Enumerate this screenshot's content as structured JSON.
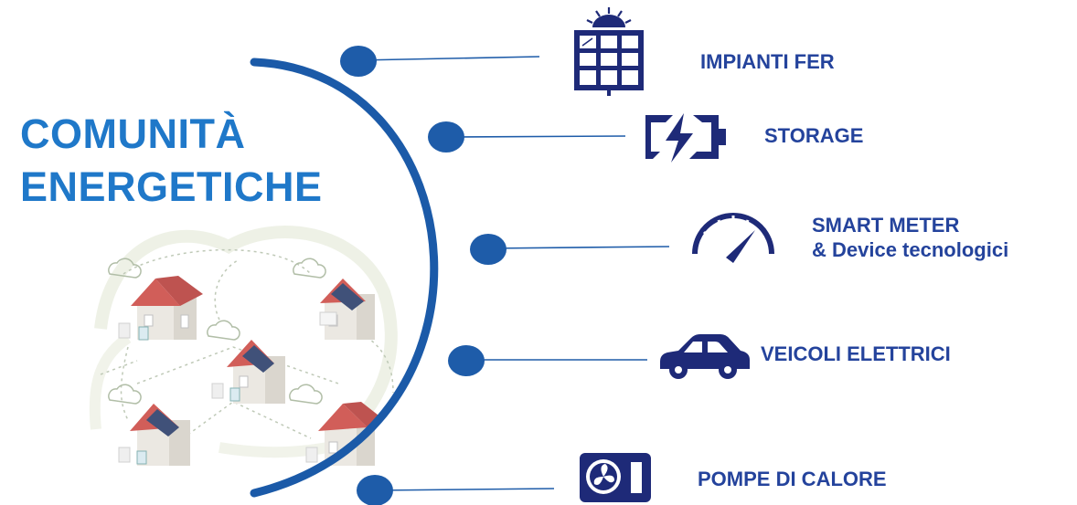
{
  "title": {
    "line1": "COMUNITÀ",
    "line2": "ENERGETICHE"
  },
  "colors": {
    "arc": "#1b5aa8",
    "dot": "#1e5ca9",
    "icon": "#1e2a78",
    "title": "#1f78c9",
    "label": "#24439c"
  },
  "items": [
    {
      "label": "IMPIANTI FER",
      "icon": "solar-panel-icon"
    },
    {
      "label": "STORAGE",
      "icon": "battery-charging-icon"
    },
    {
      "label": "SMART METER",
      "label2": "& Device tecnologici",
      "icon": "speedometer-icon"
    },
    {
      "label": "VEICOLI ELETTRICI",
      "icon": "car-icon"
    },
    {
      "label": "POMPE DI CALORE",
      "icon": "heat-pump-icon"
    }
  ]
}
